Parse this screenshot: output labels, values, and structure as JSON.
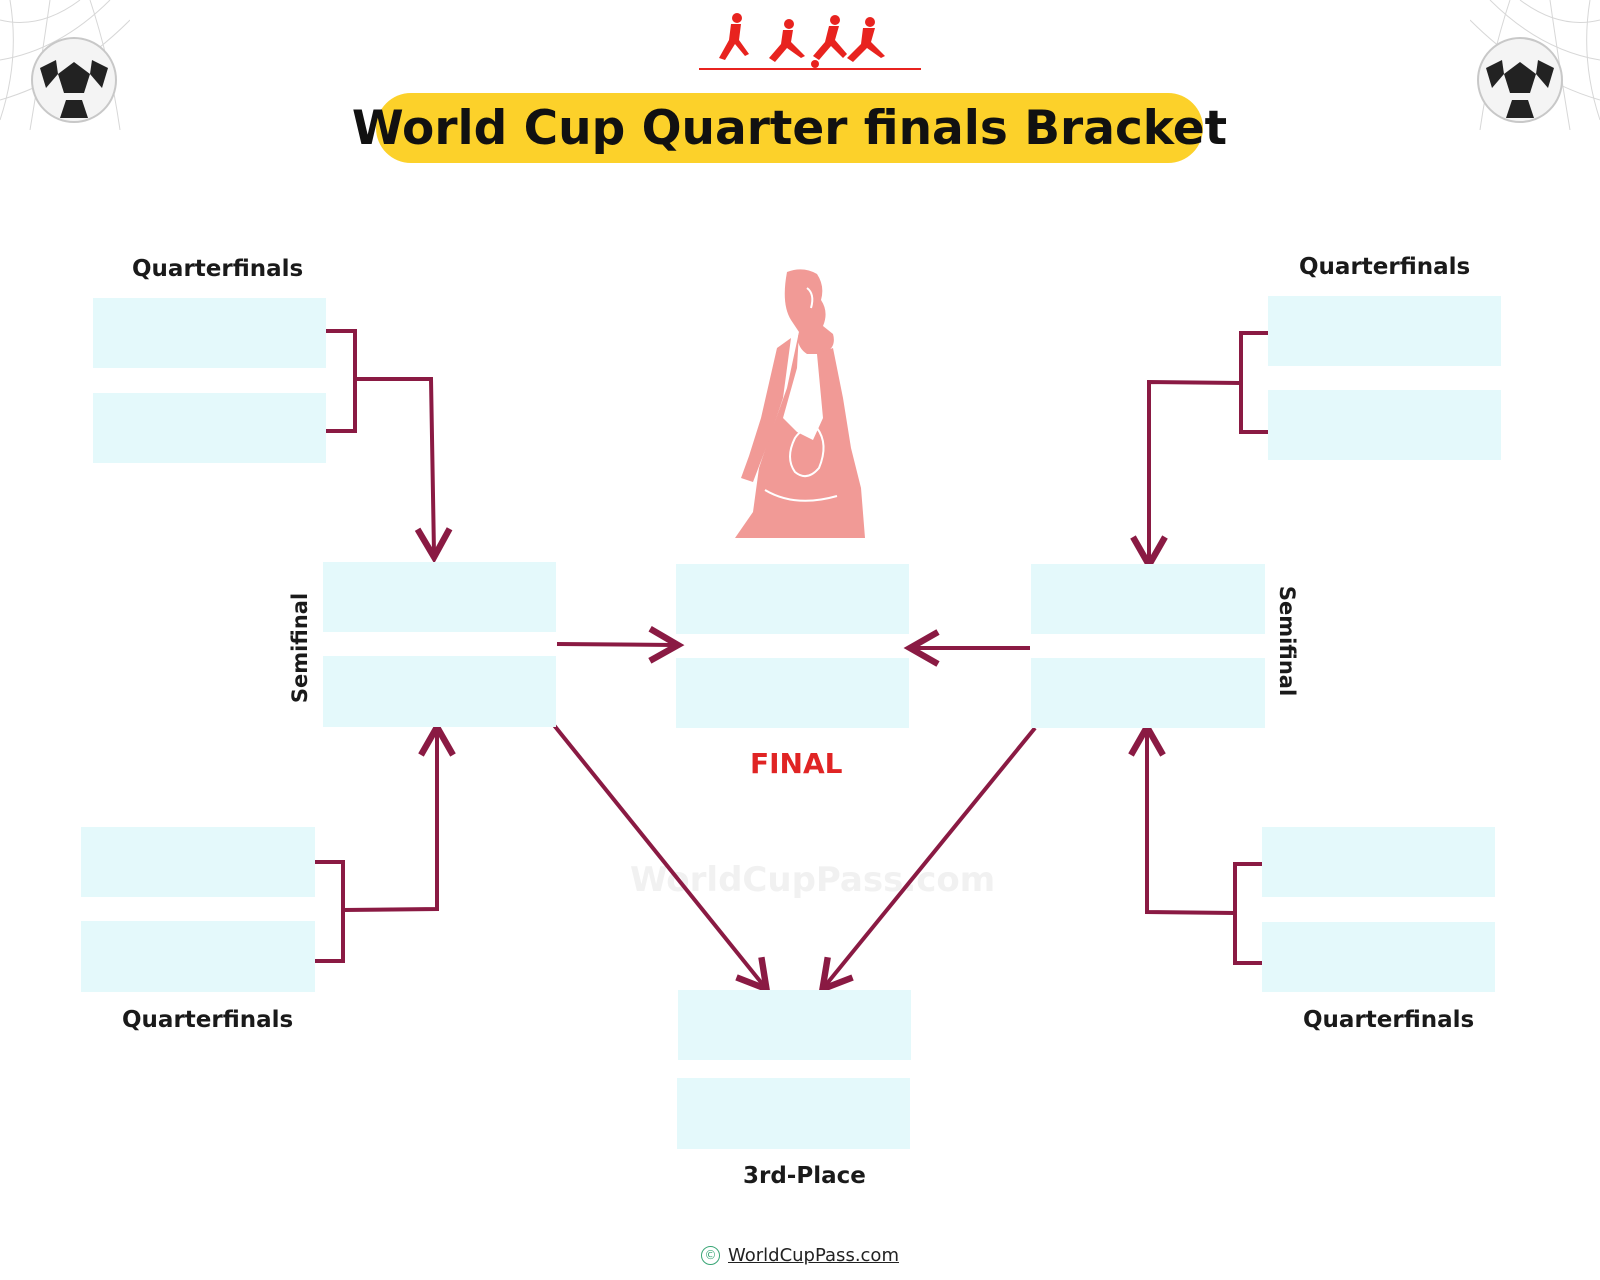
{
  "header": {
    "title": "World Cup Quarter finals Bracket"
  },
  "labels": {
    "quarterfinals": "Quarterfinals",
    "semifinal": "Semifinal",
    "final": "FINAL",
    "third_place": "3rd-Place"
  },
  "watermark": "WorldCupPass.com",
  "footer": {
    "copyright_symbol": "©",
    "site": "WorldCupPass.com"
  },
  "colors": {
    "title_pill": "#fcd12a",
    "slot_fill": "#e4f9fb",
    "connector": "#8a1a43",
    "final_text": "#e02424",
    "trophy_figure": "#f19a96",
    "players": "#e8231f"
  },
  "icons": [
    "football-players-icon",
    "trophy-lifter-icon",
    "soccer-ball-icon",
    "goal-net-icon",
    "copyright-icon"
  ]
}
